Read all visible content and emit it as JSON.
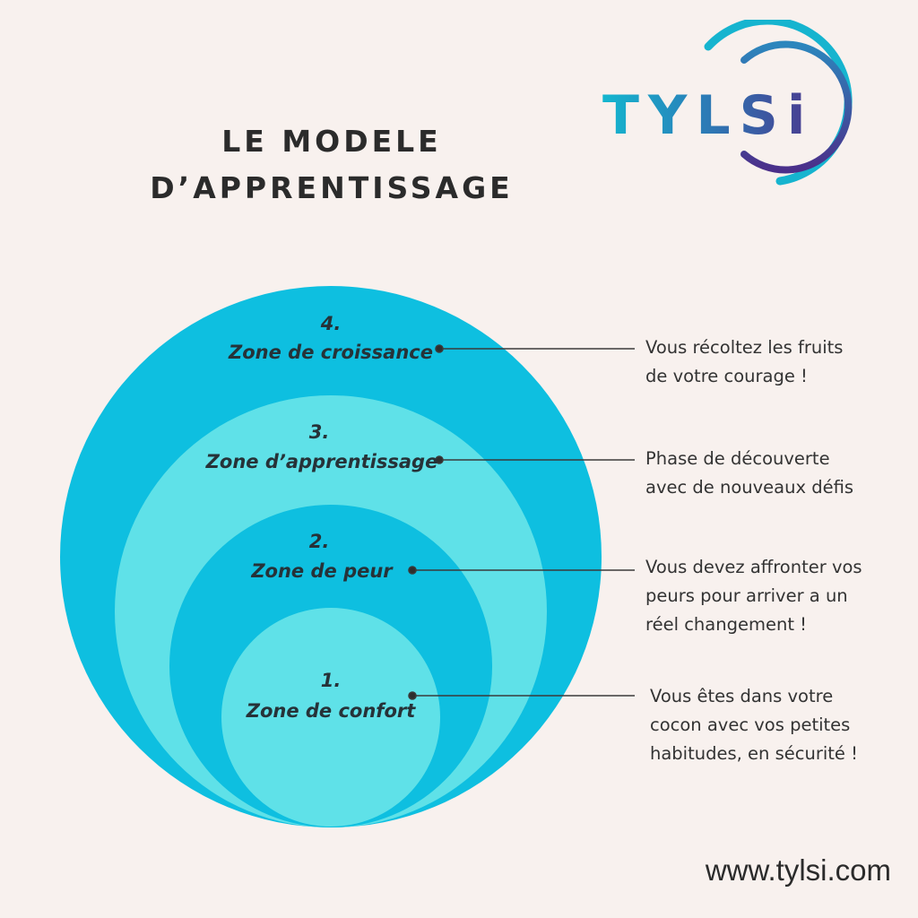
{
  "header": {
    "title_line_1": "LE MODELE",
    "title_line_2": "D’APPRENTISSAGE"
  },
  "logo": {
    "text": "TYLSi",
    "icon": "tylsi-arc-logo-icon"
  },
  "colors": {
    "background": "#f8f1ee",
    "zone_dark": "#0ebfe0",
    "zone_light": "#5fe1e8",
    "text": "#263238",
    "leader_line": "#3a3a3a"
  },
  "zones": [
    {
      "number": "4.",
      "name": "Zone de croissance",
      "description": [
        "Vous récoltez les fruits",
        "de votre courage !"
      ]
    },
    {
      "number": "3.",
      "name": "Zone d’apprentissage",
      "description": [
        "Phase de découverte",
        "avec de nouveaux défis"
      ]
    },
    {
      "number": "2.",
      "name": "Zone de peur",
      "description": [
        "Vous devez affronter vos",
        "peurs pour arriver a un",
        "réel changement !"
      ]
    },
    {
      "number": "1.",
      "name": "Zone de confort",
      "description": [
        "Vous êtes dans votre",
        "cocon avec vos petites",
        "habitudes, en sécurité !"
      ]
    }
  ],
  "footer": {
    "website": "www.tylsi.com"
  }
}
